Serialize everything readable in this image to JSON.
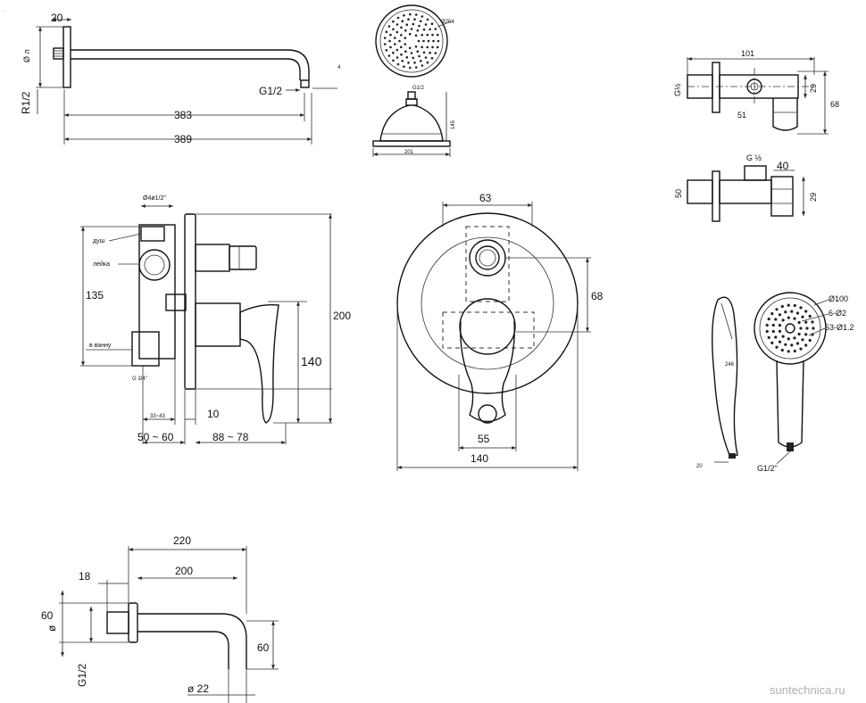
{
  "shower_arm": {
    "d20": "20",
    "d_phi": "Ø л",
    "r12": "R1/2",
    "g12": "G1/2",
    "d383": "383",
    "d389": "389",
    "d4": "4"
  },
  "head": {
    "d204": "Ø204",
    "g12": "G1/2",
    "d145": "145",
    "d201": "201"
  },
  "holder": {
    "d101": "101",
    "g12": "G½",
    "d29": "29",
    "d68": "68",
    "d51": "51"
  },
  "elbow": {
    "g": "G ½",
    "d40": "40",
    "d50": "50",
    "d29": "29"
  },
  "mixer_side": {
    "top_label": "Ø4ø1/2\"",
    "dushu": "душ",
    "leika": "лейка",
    "v_vannu": "в ванну",
    "g34": "G 3/4\"",
    "d135": "135",
    "d200": "200",
    "d140": "140",
    "d33_43": "33~43",
    "d10": "10",
    "d50_60": "50 ~ 60",
    "d88_78": "88 ~ 78"
  },
  "mixer_front": {
    "d63": "63",
    "d68": "68",
    "d55": "55",
    "d140": "140"
  },
  "hand_shower": {
    "d100": "Ø100",
    "d6_2": "6-Ø2",
    "d53": "53-Ø1.2",
    "d246": "246",
    "d20": "20",
    "g12": "G1/2\""
  },
  "spout": {
    "d220": "220",
    "d200": "200",
    "d18": "18",
    "d60a": "60",
    "d_phi": "ø",
    "g12": "G1/2",
    "d60b": "60",
    "d22": "ø 22"
  },
  "watermark": "suntechnica.ru"
}
